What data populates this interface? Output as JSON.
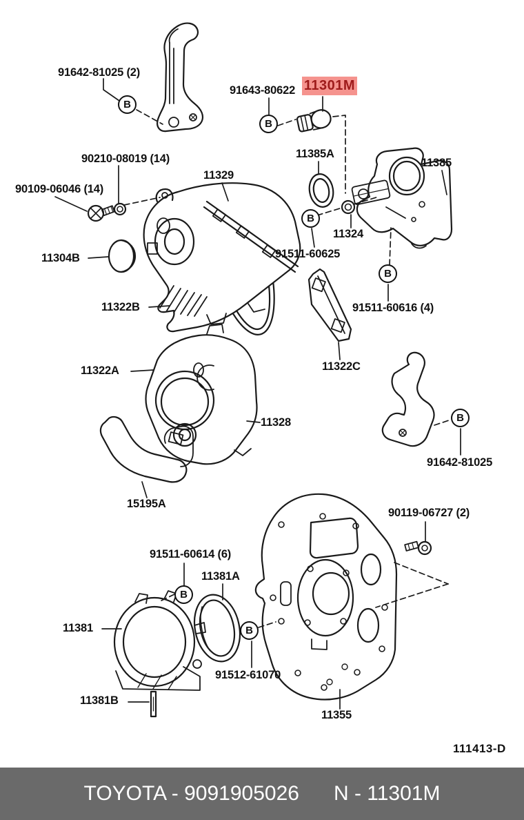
{
  "colors": {
    "page_bg": "#ffffff",
    "line": "#1a1a1a",
    "highlight_bg": "#f5938e",
    "highlight_text": "#9e1b1b",
    "footer_bg": "#6a6a6a",
    "footer_text": "#ffffff"
  },
  "highlight": {
    "text": "11301M"
  },
  "callout_letter": "B",
  "diagram_code": "111413-D",
  "footer": {
    "brand_code": "TOYOTA - 9091905026",
    "part_code": "N - 11301M"
  },
  "labels": [
    {
      "text": "91642-81025 (2)"
    },
    {
      "text": "91643-80622"
    },
    {
      "text": "90210-08019 (14)"
    },
    {
      "text": "11329"
    },
    {
      "text": "90109-06046 (14)"
    },
    {
      "text": "11304B"
    },
    {
      "text": "11385A"
    },
    {
      "text": "11385"
    },
    {
      "text": "11324"
    },
    {
      "text": "91511-60625"
    },
    {
      "text": "91511-60616 (4)"
    },
    {
      "text": "11322B"
    },
    {
      "text": "11322A"
    },
    {
      "text": "11328"
    },
    {
      "text": "11322C"
    },
    {
      "text": "91642-81025"
    },
    {
      "text": "15195A"
    },
    {
      "text": "90119-06727 (2)"
    },
    {
      "text": "91511-60614 (6)"
    },
    {
      "text": "11381A"
    },
    {
      "text": "11381"
    },
    {
      "text": "91512-61070"
    },
    {
      "text": "11381B"
    },
    {
      "text": "11355"
    }
  ]
}
